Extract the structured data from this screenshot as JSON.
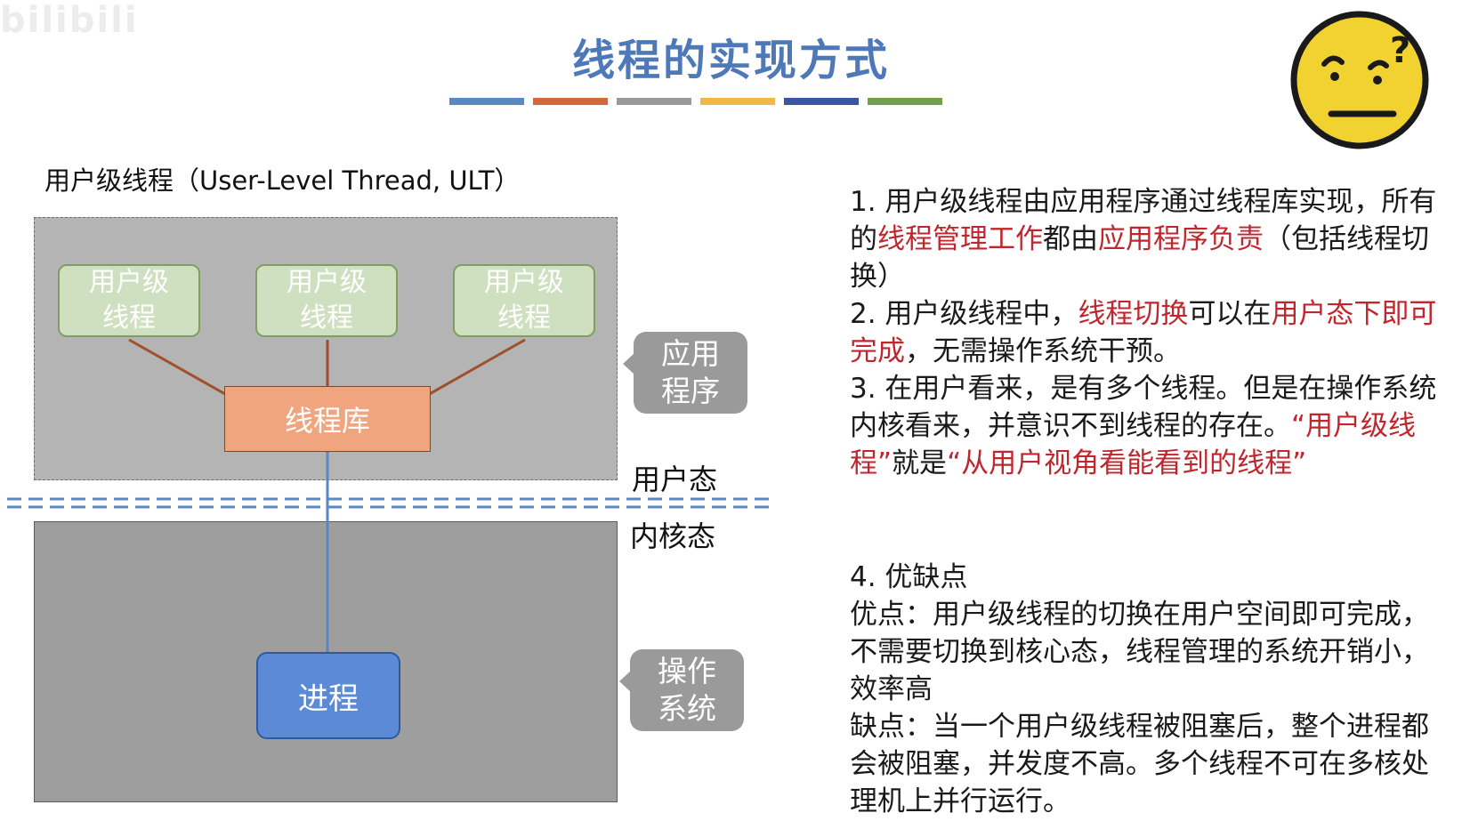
{
  "watermark": "bilibili",
  "title": "线程的实现方式",
  "title_color": "#4e79b8",
  "color_bar": [
    "#5b87c3",
    "#d06a3a",
    "#9a9a9a",
    "#f0b84a",
    "#3a55a4",
    "#73a04a"
  ],
  "emoji_icon": "thinking-face-icon",
  "section_label": "用户级线程（User-Level Thread, ULT）",
  "diagram": {
    "ult_boxes": [
      "用户级\n线程",
      "用户级\n线程",
      "用户级\n线程"
    ],
    "thread_library": "线程库",
    "process": "进程",
    "callout_app": "应用\n程序",
    "callout_os": "操作\n系统",
    "user_mode": "用户态",
    "kernel_mode": "内核态"
  },
  "points": {
    "p1_a": "1. 用户级线程由应用程序通过线程库实现，所有的",
    "p1_red1": "线程管理工作",
    "p1_b": "都由",
    "p1_red2": "应用程序负责",
    "p1_c": "（包括线程切换）",
    "p2_a": "2. 用户级线程中，",
    "p2_red1": "线程切换",
    "p2_b": "可以在",
    "p2_red2": "用户态下即可完成",
    "p2_c": "，无需操作系统干预。",
    "p3": "3. 在用户看来，是有多个线程。但是在操作系统内核看来，并意识不到线程的存在。",
    "p3_red1": "“用户级线程”",
    "p3_b": "就是",
    "p3_red2": "“从用户视角看能看到的线程”",
    "p4_head": "4. 优缺点",
    "p4_adv": "优点：用户级线程的切换在用户空间即可完成，不需要切换到核心态，线程管理的系统开销小，效率高",
    "p4_dis": "缺点：当一个用户级线程被阻塞后，整个进程都会被阻塞，并发度不高。多个线程不可在多核处理机上并行运行。"
  }
}
